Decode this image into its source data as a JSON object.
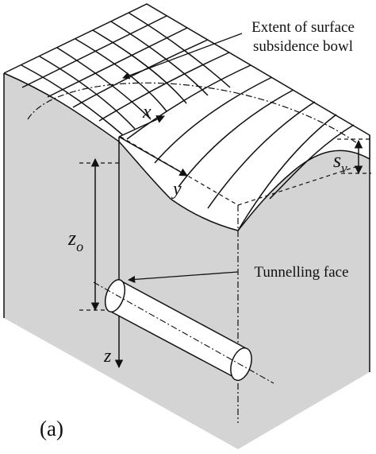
{
  "labels": {
    "surface_subsidence": [
      "Extent of surface",
      "subsidence bowl"
    ],
    "tunnelling_face": "Tunnelling face",
    "panel_label": "(a)"
  },
  "axes": {
    "x": "x",
    "y": "y",
    "z": "z"
  },
  "symbols": {
    "z_main": "z",
    "z_sub": "o",
    "s_main": "s",
    "s_sub": "v"
  },
  "colors": {
    "block_fill": "#d4d4d4",
    "line": "#111111",
    "background": "#ffffff"
  }
}
